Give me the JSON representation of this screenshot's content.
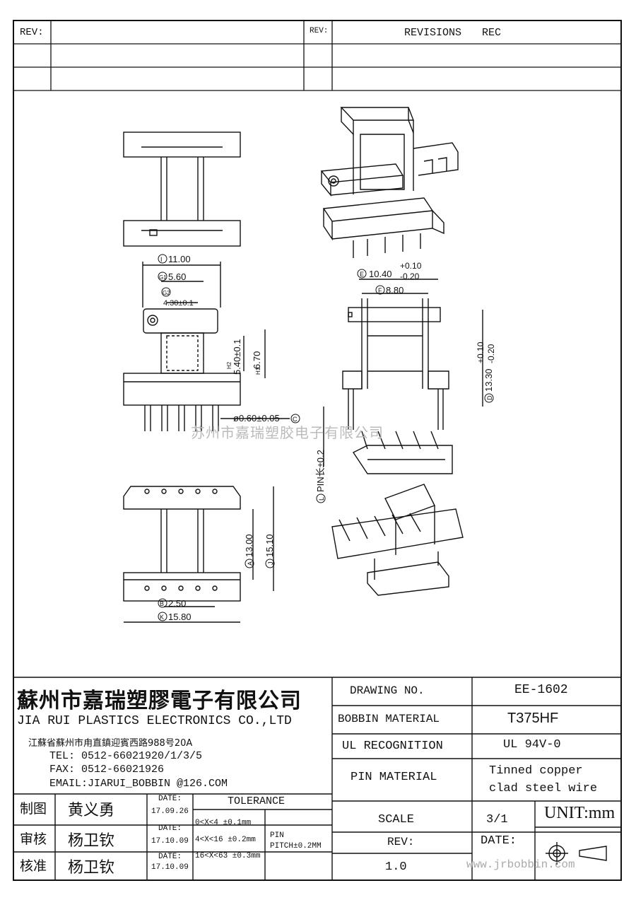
{
  "header": {
    "rev_label_left": "REV:",
    "rev_label_right": "REV:",
    "revisions_label": "REVISIONS",
    "rec_label": "REC"
  },
  "dimensions": {
    "i": "I",
    "i_val": "11.00",
    "g1": "G1",
    "g1_val": "5.60",
    "g2": "G2",
    "g2_val": "4.30±0.1",
    "h2": "H2",
    "h2_val": "5.40±0.1",
    "h1": "H1",
    "h1_val": "6.70",
    "c": "C",
    "c_val": "ø0.60±0.05",
    "e": "E",
    "e_val": "10.40",
    "e_tol_plus": "+0.10",
    "e_tol_minus": "-0.20",
    "f": "F",
    "f_val": "8.80",
    "d": "D",
    "d_val": "13.30",
    "d_tol_plus": "+0.10",
    "d_tol_minus": "-0.20",
    "l": "L",
    "l_val": "PIN长±0.2",
    "a": "A",
    "a_val": "13.00",
    "j": "J",
    "j_val": "15.10",
    "b": "B",
    "b_val": "2.50",
    "k": "K",
    "k_val": "15.80"
  },
  "watermark": "苏州市嘉瑞塑胶电子有限公司",
  "company": {
    "name_cn": "蘇州市嘉瑞塑膠電子有限公司",
    "name_en": "JIA RUI PLASTICS ELECTRONICS CO.,LTD",
    "address": "江蘇省蘇州市甪直鎮迎賓西路988号20A",
    "tel": "TEL: 0512-66021920/1/3/5",
    "fax": "FAX: 0512-66021926",
    "email": "EMAIL:JIARUI_BOBBIN @126.COM"
  },
  "signoff": [
    {
      "role": "制图",
      "name": "黄义勇",
      "date_label": "DATE:",
      "date": "17.09.26"
    },
    {
      "role": "审核",
      "name": "杨卫钦",
      "date_label": "DATE:",
      "date": "17.10.09"
    },
    {
      "role": "核准",
      "name": "杨卫钦",
      "date_label": "DATE:",
      "date": "17.10.09"
    }
  ],
  "tolerance": {
    "title": "TOLERANCE",
    "rows": [
      "0<X<4  ±0.1mm",
      "4<X<16 ±0.2mm",
      "16<X<63 ±0.3mm"
    ],
    "pin_label": "PIN",
    "pin_pitch": "PITCH±0.2MM"
  },
  "specs": {
    "drawing_no_label": "DRAWING  NO.",
    "drawing_no": "EE-1602",
    "bobbin_material_label": "BOBBIN  MATERIAL",
    "bobbin_material": "T375HF",
    "ul_label": "UL RECOGNITION",
    "ul_value": "UL 94V-0",
    "pin_material_label": "PIN MATERIAL",
    "pin_material_line1": "Tinned copper",
    "pin_material_line2": "clad steel wire",
    "scale_label": "SCALE",
    "scale_value": "3/1",
    "unit_label": "UNIT:mm",
    "rev_label": "REV:",
    "rev_value": "1.0",
    "date_label": "DATE:"
  },
  "site_watermark": "www.jrbobbin.com"
}
